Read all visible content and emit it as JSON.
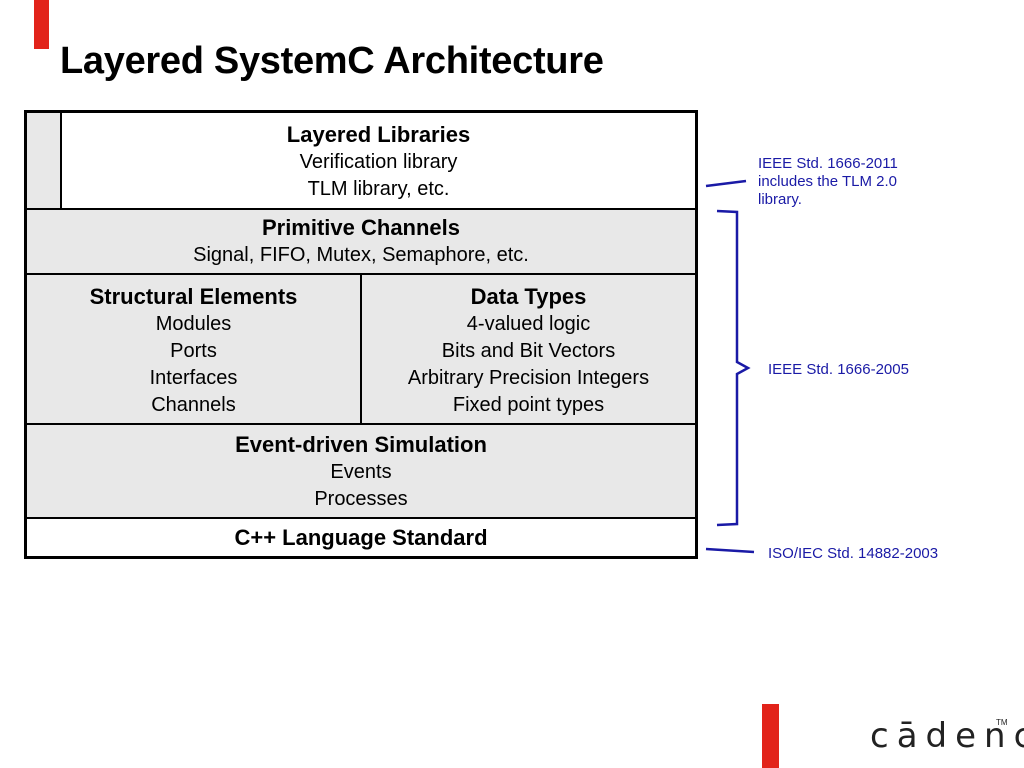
{
  "title": "Layered SystemC Architecture",
  "layers": {
    "libraries": {
      "heading": "Layered Libraries",
      "lines": [
        "Verification library",
        "TLM library, etc."
      ]
    },
    "channels": {
      "heading": "Primitive Channels",
      "lines": [
        "Signal, FIFO, Mutex, Semaphore, etc."
      ]
    },
    "structural": {
      "heading": "Structural Elements",
      "lines": [
        "Modules",
        "Ports",
        "Interfaces",
        "Channels"
      ]
    },
    "datatypes": {
      "heading": "Data Types",
      "lines": [
        "4-valued logic",
        "Bits and Bit Vectors",
        "Arbitrary Precision Integers",
        "Fixed point types"
      ]
    },
    "simulation": {
      "heading": "Event-driven Simulation",
      "lines": [
        "Events",
        "Processes"
      ]
    },
    "cpp": {
      "heading": "C++ Language Standard"
    }
  },
  "annotations": {
    "ieee2011": {
      "lines": [
        "IEEE Std. 1666-2011",
        "includes the TLM 2.0",
        "library."
      ]
    },
    "ieee2005": {
      "text": "IEEE Std. 1666-2005"
    },
    "iso": {
      "text": "ISO/IEC Std. 14882-2003"
    }
  },
  "logo": {
    "text": "cādence",
    "trademark": "TM"
  },
  "colors": {
    "accent": "#e2231a",
    "annotation": "#1a1aa6",
    "layer_shade": "#e8e8e8"
  }
}
